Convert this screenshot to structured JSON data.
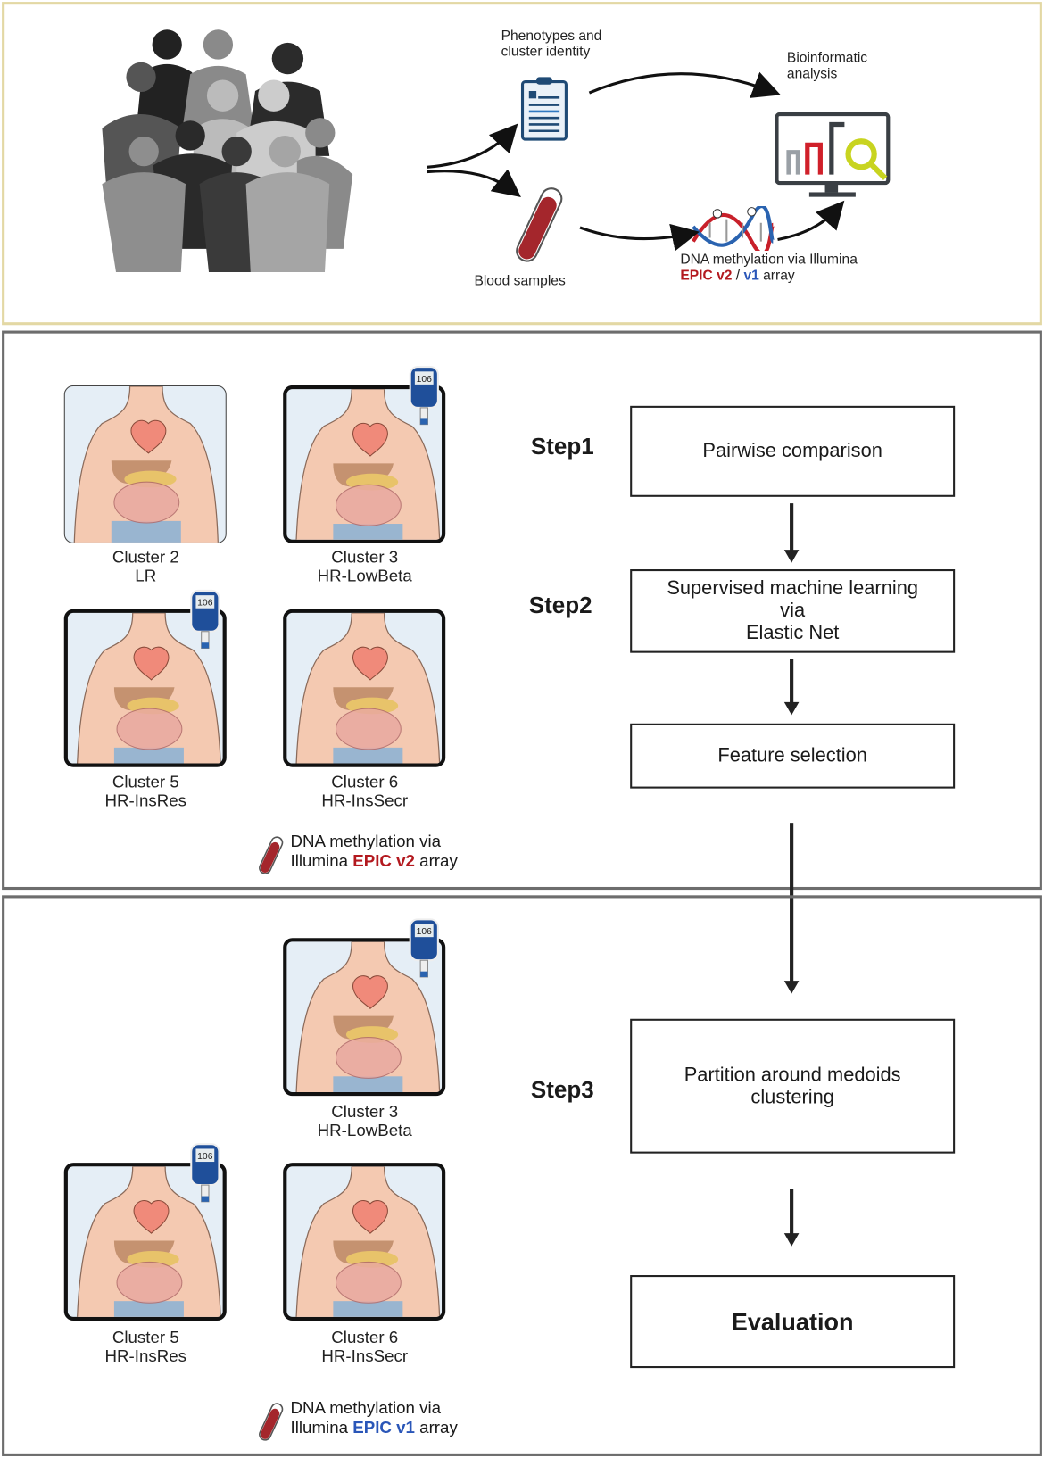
{
  "overview": {
    "phenotypes_label": [
      "Phenotypes and",
      "cluster identity"
    ],
    "bioinformatic_label": [
      "Bioinformatic",
      "analysis"
    ],
    "blood_label": "Blood samples",
    "dna_label_line1": "DNA methylation via Illumina",
    "dna_label_v2": "EPIC v2",
    "dna_label_sep": " / ",
    "dna_label_v1": "v1",
    "dna_label_tail": " array"
  },
  "discovery": {
    "clusters": [
      {
        "name": "Cluster 2",
        "subtype": "LR",
        "meter": false
      },
      {
        "name": "Cluster 3",
        "subtype": "HR-LowBeta",
        "meter": true,
        "meter_value": "106"
      },
      {
        "name": "Cluster 5",
        "subtype": "HR-InsRes",
        "meter": true,
        "meter_value": "106"
      },
      {
        "name": "Cluster 6",
        "subtype": "HR-InsSecr",
        "meter": false
      }
    ],
    "array_line1": "DNA methylation via",
    "array_prefix": "Illumina ",
    "array_name": "EPIC v2",
    "array_suffix": " array",
    "steps": [
      {
        "label": "Step1",
        "box": "Pairwise comparison"
      },
      {
        "label": "Step2",
        "box": [
          "Supervised machine learning",
          "via",
          "Elastic Net"
        ]
      }
    ],
    "feature_box": "Feature selection"
  },
  "validation": {
    "clusters": [
      {
        "name": "Cluster 3",
        "subtype": "HR-LowBeta",
        "meter": true,
        "meter_value": "106"
      },
      {
        "name": "Cluster 5",
        "subtype": "HR-InsRes",
        "meter": true,
        "meter_value": "106"
      },
      {
        "name": "Cluster 6",
        "subtype": "HR-InsSecr",
        "meter": false
      }
    ],
    "array_line1": "DNA methylation via",
    "array_prefix": "Illumina ",
    "array_name": "EPIC v1",
    "array_suffix": " array",
    "step3_label": "Step3",
    "step3_box": [
      "Partition around medoids",
      "clustering"
    ],
    "evaluation_box": "Evaluation"
  },
  "colors": {
    "epic_v2": "#b3191f",
    "epic_v1": "#2a56b8",
    "top_border": "#e3d8a4",
    "panel_border": "#6d6d6d"
  }
}
